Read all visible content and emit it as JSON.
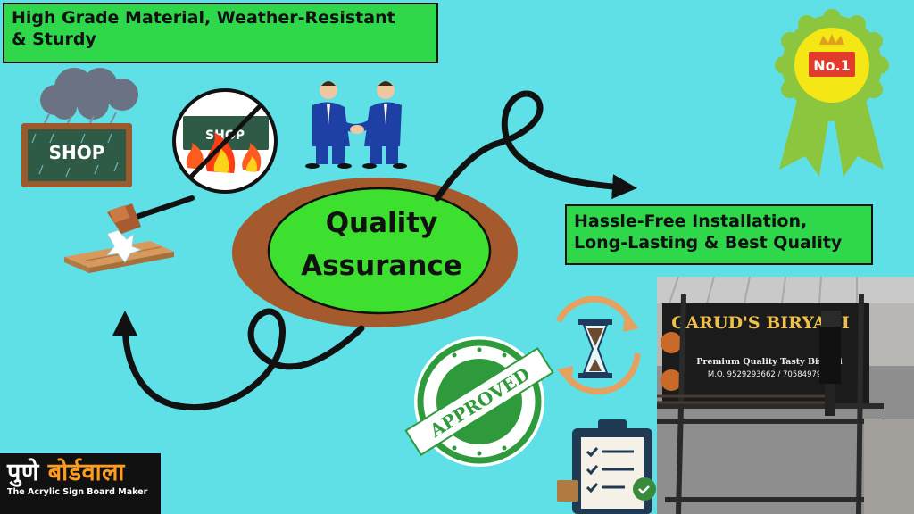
{
  "top_left_box": {
    "line1": "High Grade Material, Weather-Resistant",
    "line2": "& Sturdy"
  },
  "right_box": {
    "line1": "Hassle-Free Installation,",
    "line2": "Long-Lasting & Best Quality"
  },
  "center": {
    "line1": "Quality",
    "line2": "Assurance"
  },
  "shop_board": {
    "text": "SHOP"
  },
  "burnt_board": {
    "text": "SHOP"
  },
  "badge": {
    "text": "No.1"
  },
  "approved_stamp": {
    "text": "APPROVED"
  },
  "photo_sign": {
    "name": "GARUD'S BIRYANI",
    "tagline": "Premium Quality Tasty Biryani",
    "phone": "M.O. 9529293662 / 7058497945"
  },
  "logo": {
    "word1": "पुणे",
    "word2": "बोर्डवाला",
    "tagline": "The Acrylic Sign Board Maker"
  },
  "colors": {
    "background": "#5fdfe6",
    "box_green": "#2ed84a",
    "ellipse_brown": "#a55a2e",
    "ellipse_green": "#3ee030",
    "badge_green": "#8cc63f",
    "badge_yellow": "#f5e616",
    "stamp_green": "#2e9a3c",
    "logo_orange": "#ff9b1f"
  },
  "icons": [
    "storm-cloud-icon",
    "hammer-icon",
    "no-fire-icon",
    "handshake-icon",
    "award-badge-icon",
    "hourglass-icon",
    "approved-stamp-icon",
    "clipboard-checklist-icon"
  ]
}
